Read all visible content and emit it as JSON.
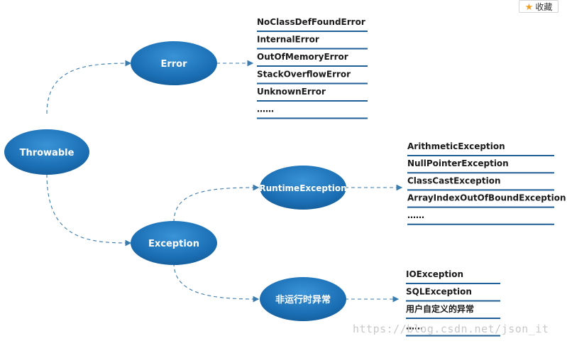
{
  "favorite_button": {
    "icon": "star-icon",
    "label": "收藏"
  },
  "watermark": "https://blog.csdn.net/json_it",
  "colors": {
    "node_fill": "#1a6eb4",
    "connector": "#3a7bb0",
    "underline": "#1f5e96"
  },
  "nodes": {
    "throwable": "Throwable",
    "error": "Error",
    "exception": "Exception",
    "runtime_exception": "RuntimeException",
    "non_runtime_exception": "非运行时异常"
  },
  "error_list": [
    "NoClassDefFoundError",
    "InternalError",
    "OutOfMemoryError",
    "StackOverflowError",
    "UnknownError",
    "……"
  ],
  "runtime_list": [
    "ArithmeticException",
    "NullPointerException",
    "ClassCastException",
    "ArrayIndexOutOfBoundException",
    "……"
  ],
  "non_runtime_list": [
    "IOException",
    "SQLException",
    "用户自定义的异常",
    "……"
  ]
}
